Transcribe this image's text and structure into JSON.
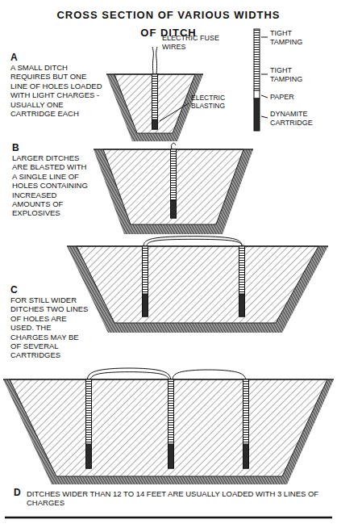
{
  "diagram": {
    "title": "CROSS SECTION OF VARIOUS WIDTHS OF DITCH",
    "labels": [
      "A",
      "A SMALL DITCH REQUIRES BUT ONE LINE OF HOLES LOADED WITH LIGHT CHARGES - USUALLY ONE CARTRIDGE EACH",
      "ELECTRIC FUSE WIRES",
      "ELECTRIC BLASTING",
      "TIGHT TAMPING",
      "TIGHT TAMPING",
      "PAPER",
      "DYNAMITE CARTRIDGE",
      "B",
      "LARGER DITCHES ARE BLASTED WITH A SINGLE LINE OF HOLES CONTAINING INCREASED AMOUNTS OF EXPLOSIVES",
      "C",
      "FOR STILL WIDER DITCHES TWO LINES OF HOLES ARE USED. THE CHARGES MAY BE OF SEVERAL CARTRIDGES",
      "D",
      "DITCHES WIDER THAN 12 TO 14 FEET ARE USUALLY LOADED WITH 3 LINES OF CHARGES"
    ]
  }
}
